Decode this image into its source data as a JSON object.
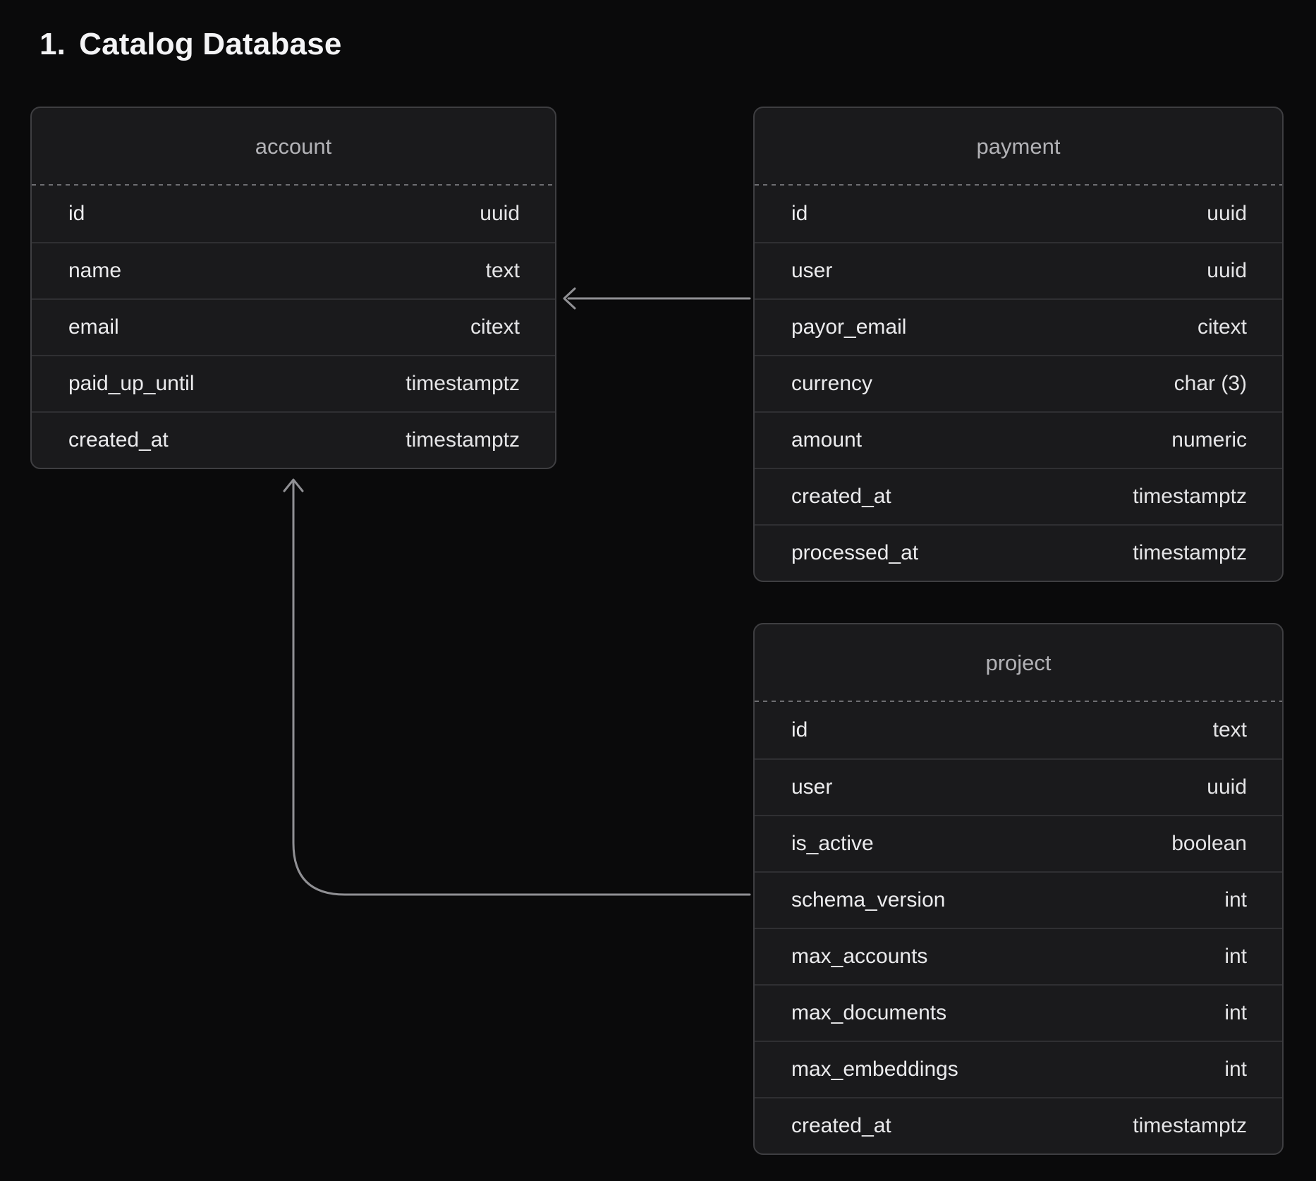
{
  "page": {
    "heading_number": "1.",
    "heading": "Catalog Database"
  },
  "colors": {
    "page_background": "#0a0a0b",
    "card_background": "#1a1a1c",
    "card_border": "#3e3e41",
    "row_divider": "#2f2f32",
    "header_dashed_divider": "#6e6e72",
    "connector_line": "#909094",
    "table_name_text": "#b2b2b6",
    "field_text": "#ebebed",
    "heading_text": "#f4f4f6"
  },
  "tables": [
    {
      "name": "account",
      "fields": [
        {
          "name": "id",
          "type": "uuid"
        },
        {
          "name": "name",
          "type": "text"
        },
        {
          "name": "email",
          "type": "citext"
        },
        {
          "name": "paid_up_until",
          "type": "timestamptz"
        },
        {
          "name": "created_at",
          "type": "timestamptz"
        }
      ]
    },
    {
      "name": "payment",
      "fields": [
        {
          "name": "id",
          "type": "uuid"
        },
        {
          "name": "user",
          "type": "uuid"
        },
        {
          "name": "payor_email",
          "type": "citext"
        },
        {
          "name": "currency",
          "type": "char (3)"
        },
        {
          "name": "amount",
          "type": "numeric"
        },
        {
          "name": "created_at",
          "type": "timestamptz"
        },
        {
          "name": "processed_at",
          "type": "timestamptz"
        }
      ]
    },
    {
      "name": "project",
      "fields": [
        {
          "name": "id",
          "type": "text"
        },
        {
          "name": "user",
          "type": "uuid"
        },
        {
          "name": "is_active",
          "type": "boolean"
        },
        {
          "name": "schema_version",
          "type": "int"
        },
        {
          "name": "max_accounts",
          "type": "int"
        },
        {
          "name": "max_documents",
          "type": "int"
        },
        {
          "name": "max_embeddings",
          "type": "int"
        },
        {
          "name": "created_at",
          "type": "timestamptz"
        }
      ]
    }
  ],
  "connectors": [
    {
      "from": "payment",
      "to": "account"
    },
    {
      "from": "project",
      "to": "account"
    }
  ]
}
